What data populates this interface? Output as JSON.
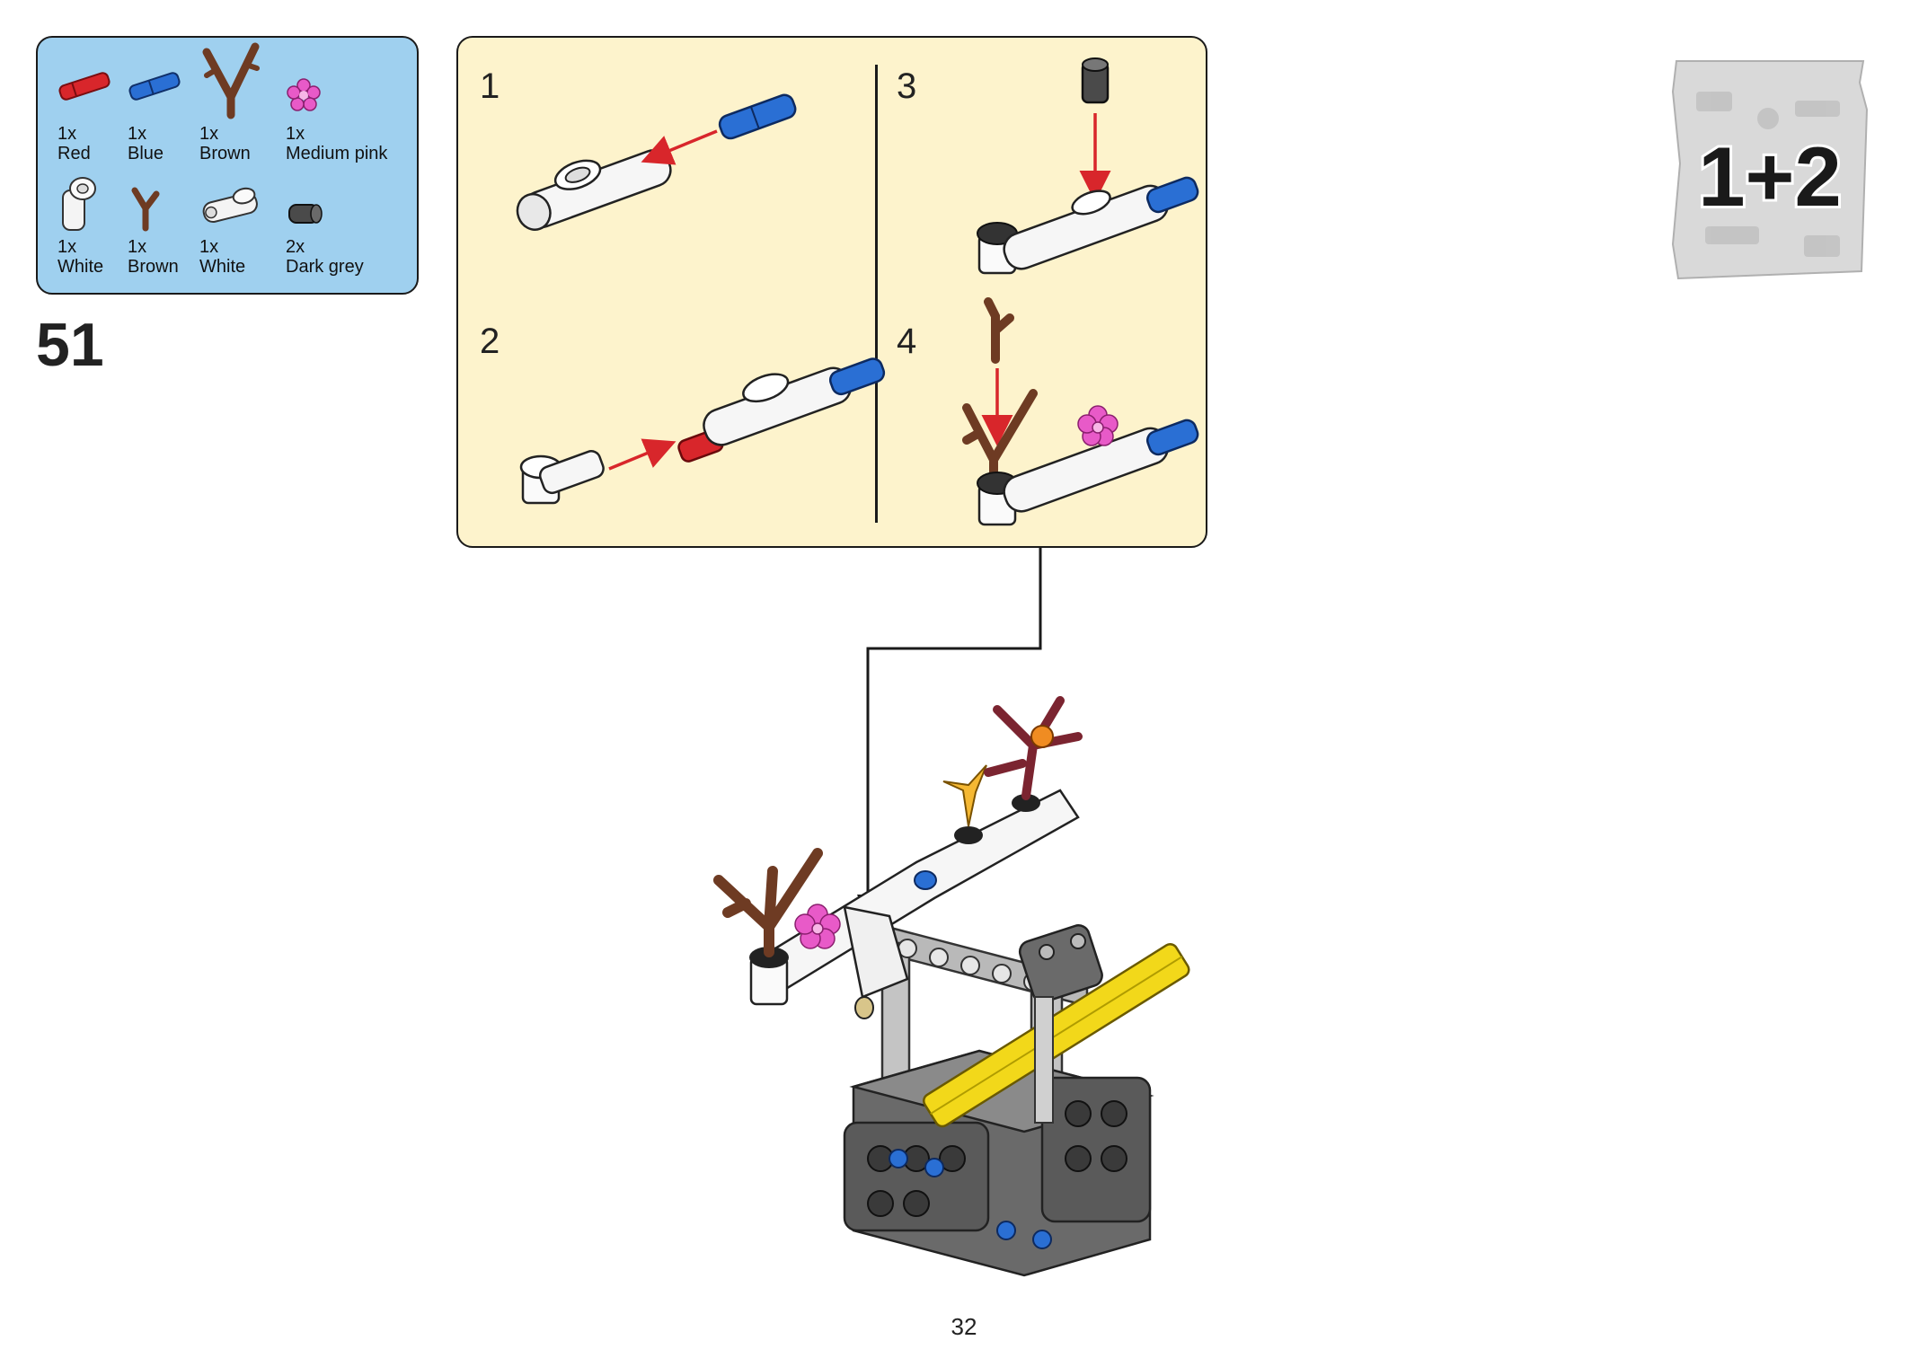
{
  "step": {
    "number": "51"
  },
  "parts": [
    {
      "qty": "1x",
      "color": "Red",
      "icon": "red-axle-pin-icon"
    },
    {
      "qty": "1x",
      "color": "Blue",
      "icon": "blue-axle-pin-icon"
    },
    {
      "qty": "1x",
      "color": "Brown",
      "icon": "brown-branch-icon"
    },
    {
      "qty": "1x",
      "color": "Medium pink",
      "icon": "pink-flower-icon"
    },
    {
      "qty": "1x",
      "color": "White",
      "icon": "white-angle-connector-icon"
    },
    {
      "qty": "1x",
      "color": "Brown",
      "icon": "brown-small-branch-icon"
    },
    {
      "qty": "1x",
      "color": "White",
      "icon": "white-pin-connector-icon"
    },
    {
      "qty": "2x",
      "color": "Dark grey",
      "icon": "dark-grey-bush-icon"
    }
  ],
  "sub_steps": [
    {
      "number": "1"
    },
    {
      "number": "2"
    },
    {
      "number": "3"
    },
    {
      "number": "4"
    }
  ],
  "bag": {
    "label": "1+2"
  },
  "page": {
    "number": "32"
  },
  "colors": {
    "parts_box": "#9fd0ef",
    "sub_box": "#fdf3cc",
    "arrow": "#d8262b",
    "brown": "#6e3b23",
    "pink": "#e85ac8",
    "blue": "#2a6fd4",
    "yellow": "#f2d81a",
    "dark_grey": "#5a5a5a",
    "light_grey": "#a8a8a8"
  }
}
